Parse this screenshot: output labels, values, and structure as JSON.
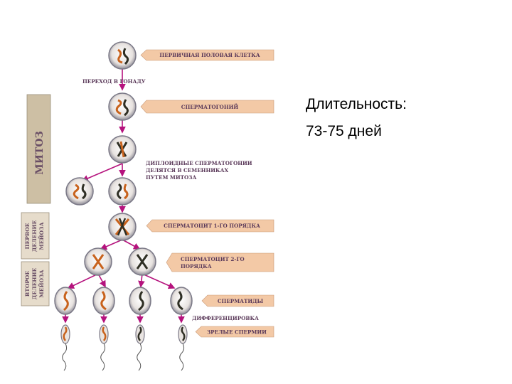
{
  "side_labels": {
    "mitosis": "МИТОЗ",
    "meiosis1": [
      "ПЕРВОЕ",
      "ДЕЛЕНИЕ",
      "МЕЙОЗА"
    ],
    "meiosis2": [
      "ВТОРОЕ",
      "ДЕЛЕНИЕ",
      "МЕЙОЗА"
    ]
  },
  "stages": {
    "primary_germ_cell": "ПЕРВИЧНАЯ ПОЛОВАЯ КЛЕТКА",
    "transition": "ПЕРЕХОД В ГОНАДУ",
    "spermatogonium": "СПЕРМАТОГОНИЙ",
    "diploid_note": [
      "ДИПЛОИДНЫЕ СПЕРМАТОГОНИИ",
      "ДЕЛЯТСЯ В СЕМЕННИКАХ",
      "ПУТЕМ МИТОЗА"
    ],
    "spermatocyte1": "СПЕРМАТОЦИТ 1-ГО ПОРЯДКА",
    "spermatocyte2": [
      "СПЕРМАТОЦИТ 2-ГО",
      "ПОРЯДКА"
    ],
    "spermatids": "СПЕРМАТИДЫ",
    "differentiation": "ДИФФЕРЕНЦИРОВКА",
    "mature_sperm": "ЗРЕЛЫЕ СПЕРМИИ"
  },
  "duration": {
    "title": "Длительность:",
    "value": "73-75 дней"
  },
  "colors": {
    "arrow": "#b5127d",
    "label_box": "#f3c9a6",
    "label_text": "#5b3a5a",
    "side_panel": "#cdbfa4",
    "cell_fill": "#e9e4e1",
    "chromosome_orange": "#c8621c",
    "chromosome_dark": "#2f2f24"
  }
}
